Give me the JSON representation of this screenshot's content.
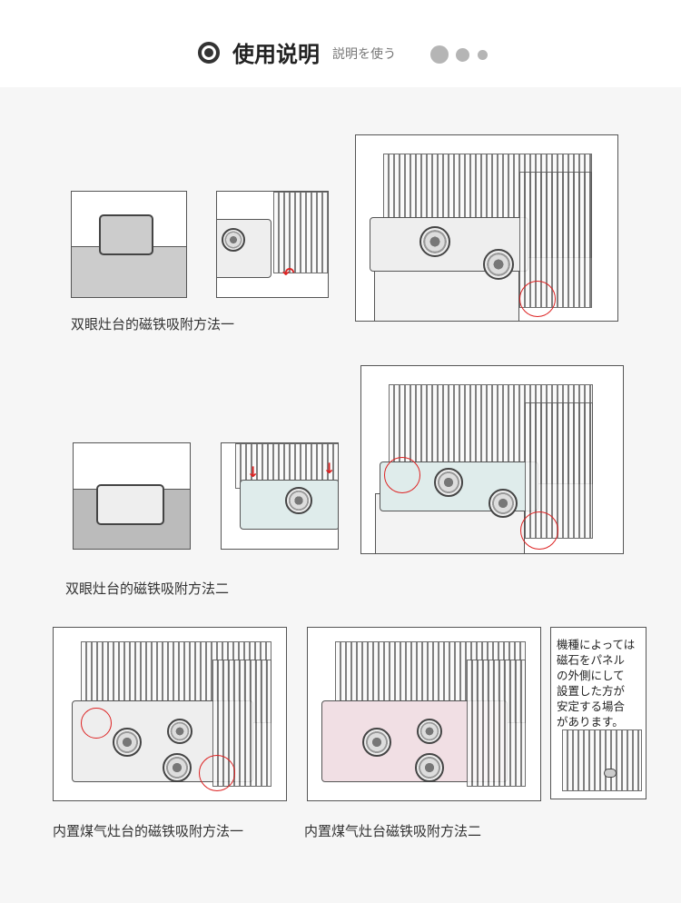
{
  "header": {
    "title": "使用说明",
    "subtitle": "説明を使う"
  },
  "sections": [
    {
      "caption": "双眼灶台的磁铁吸附方法一"
    },
    {
      "caption": "双眼灶台的磁铁吸附方法二"
    },
    {
      "caption": "内置煤气灶台的磁铁吸附方法一"
    },
    {
      "caption": "内置煤气灶台磁铁吸附方法二"
    }
  ],
  "note": {
    "lines": [
      "機種によっては",
      "磁石をパネル",
      "の外側にして",
      "設置した方が",
      "安定する場合",
      "があります。"
    ]
  },
  "colors": {
    "marker": "#dd2222",
    "dots": "#b5b5b5"
  }
}
